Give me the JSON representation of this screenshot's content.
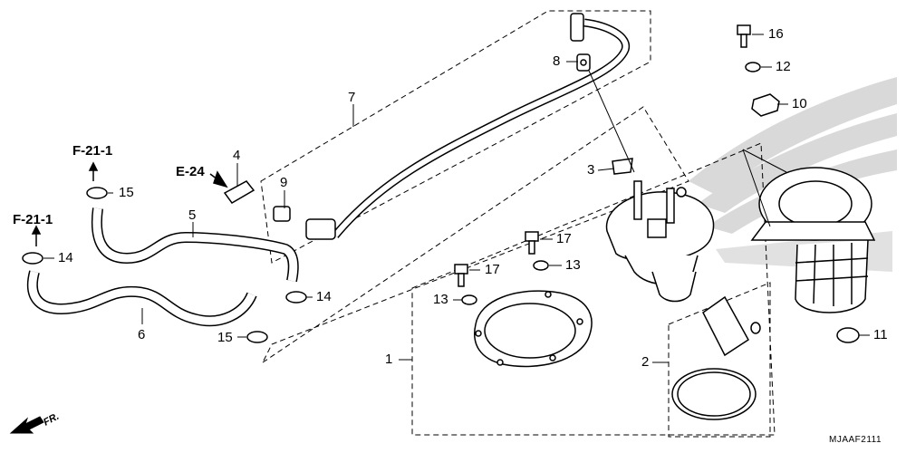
{
  "callouts": {
    "p1": "1",
    "p2": "2",
    "p3": "3",
    "p4": "4",
    "p5": "5",
    "p6": "6",
    "p7": "7",
    "p8": "8",
    "p9": "9",
    "p10": "10",
    "p11": "11",
    "p12": "12",
    "p13a": "13",
    "p13b": "13",
    "p14a": "14",
    "p14b": "14",
    "p15a": "15",
    "p15b": "15",
    "p16": "16",
    "p17a": "17",
    "p17b": "17"
  },
  "references": {
    "f21_top": "F-21-1",
    "f21_left": "F-21-1",
    "e24": "E-24"
  },
  "direction_label": "FR.",
  "diagram_code": "MJAAF2111",
  "colors": {
    "line": "#000000",
    "watermark": "#d9d9d9",
    "background": "#ffffff"
  }
}
